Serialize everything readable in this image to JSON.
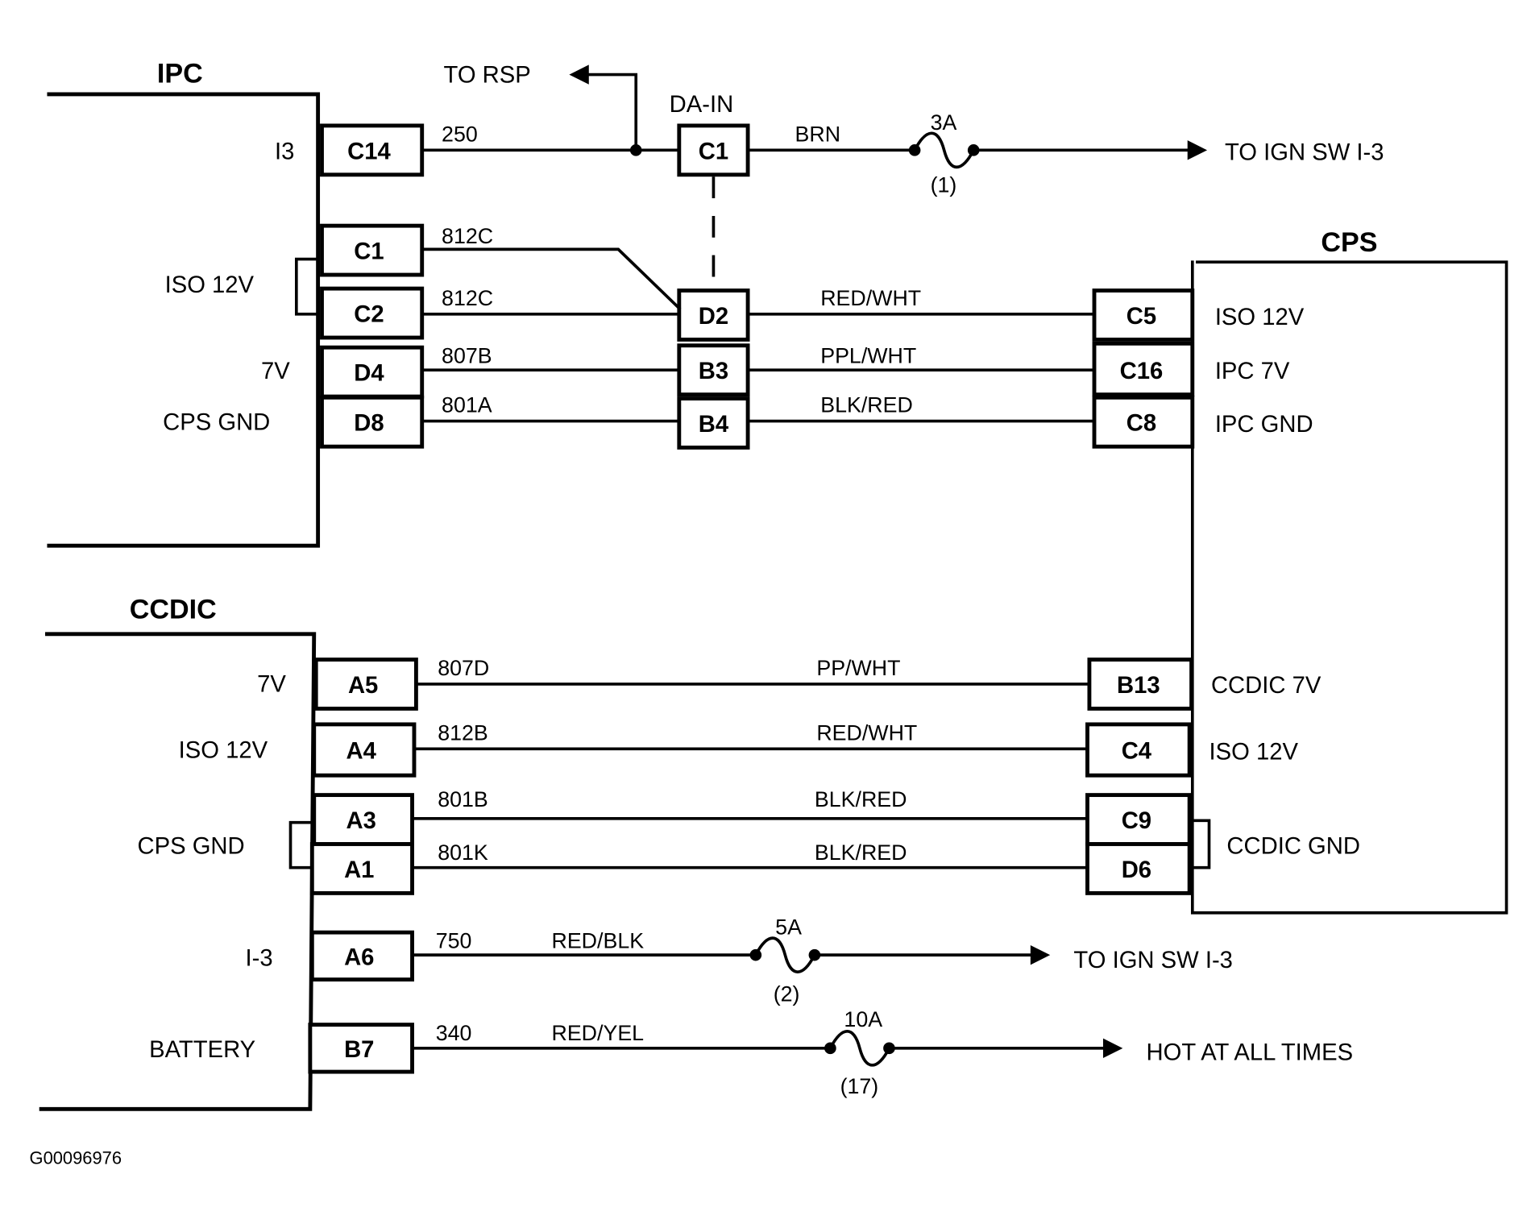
{
  "modules": {
    "ipc": {
      "title": "IPC",
      "pins": [
        {
          "func": "I3",
          "pin": "C14"
        },
        {
          "func": "ISO 12V",
          "pin": "C1"
        },
        {
          "func": "",
          "pin": "C2"
        },
        {
          "func": "7V",
          "pin": "D4"
        },
        {
          "func": "CPS GND",
          "pin": "D8"
        }
      ]
    },
    "da_in": {
      "title": "DA-IN",
      "pins": [
        "C1",
        "D2",
        "B3",
        "B4"
      ]
    },
    "cps": {
      "title": "CPS",
      "pins": [
        {
          "pin": "C5",
          "func": "ISO 12V"
        },
        {
          "pin": "C16",
          "func": "IPC 7V"
        },
        {
          "pin": "C8",
          "func": "IPC GND"
        },
        {
          "pin": "B13",
          "func": "CCDIC 7V"
        },
        {
          "pin": "C4",
          "func": "ISO 12V"
        },
        {
          "pin": "C9",
          "func": "CCDIC GND"
        },
        {
          "pin": "D6",
          "func": ""
        }
      ]
    },
    "ccdic": {
      "title": "CCDIC",
      "pins": [
        {
          "func": "7V",
          "pin": "A5"
        },
        {
          "func": "ISO 12V",
          "pin": "A4"
        },
        {
          "func": "CPS GND",
          "pin": "A3"
        },
        {
          "func": "",
          "pin": "A1"
        },
        {
          "func": "I-3",
          "pin": "A6"
        },
        {
          "func": "BATTERY",
          "pin": "B7"
        }
      ]
    }
  },
  "wires": {
    "w250": {
      "circuit": "250",
      "color": "BRN"
    },
    "w812c_1": {
      "circuit": "812C"
    },
    "w812c_2": {
      "circuit": "812C",
      "color": "RED/WHT"
    },
    "w807b": {
      "circuit": "807B",
      "color": "PPL/WHT"
    },
    "w801a": {
      "circuit": "801A",
      "color": "BLK/RED"
    },
    "w807d": {
      "circuit": "807D",
      "color": "PP/WHT"
    },
    "w812b": {
      "circuit": "812B",
      "color": "RED/WHT"
    },
    "w801b": {
      "circuit": "801B",
      "color": "BLK/RED"
    },
    "w801k": {
      "circuit": "801K",
      "color": "BLK/RED"
    },
    "w750": {
      "circuit": "750",
      "color": "RED/BLK"
    },
    "w340": {
      "circuit": "340",
      "color": "RED/YEL"
    }
  },
  "fuses": [
    {
      "rating": "3A",
      "number": "(1)"
    },
    {
      "rating": "5A",
      "number": "(2)"
    },
    {
      "rating": "10A",
      "number": "(17)"
    }
  ],
  "destinations": {
    "to_rsp": "TO RSP",
    "to_ign_1": "TO IGN SW I-3",
    "to_ign_2": "TO IGN SW I-3",
    "hot": "HOT AT ALL TIMES"
  },
  "figure_id": "G00096976"
}
